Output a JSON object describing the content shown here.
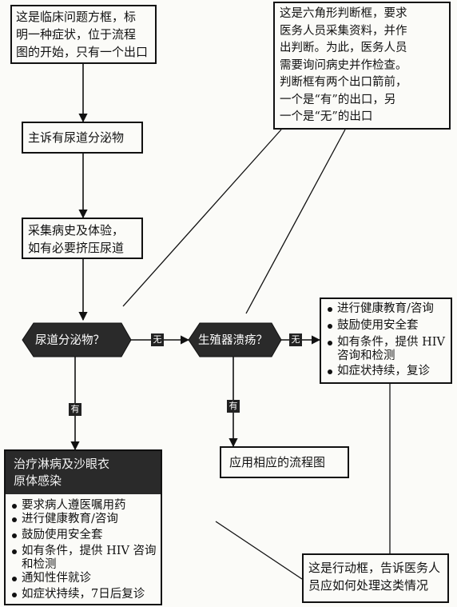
{
  "start_note": {
    "lines": [
      "这是临床问题方框，标",
      "明一种症状，位于流程",
      "图的开始，只有一个出口"
    ]
  },
  "decision_note": {
    "lines": [
      "这是六角形判断框，要求",
      "医务人员采集资料，并作",
      "出判断。为此，医务人员",
      "需要询问病史并作检查。",
      "判断框有两个出口箭前，",
      "一个是“有”的出口，另",
      "一个是“无”的出口"
    ]
  },
  "chief_complaint": {
    "text": "主诉有尿道分泌物"
  },
  "history_exam": {
    "lines": [
      "采集病史及体验，",
      "如有必要挤压尿道"
    ]
  },
  "decision1": {
    "text": "尿道分泌物？"
  },
  "decision2": {
    "text": "生殖器溃疡？"
  },
  "no_label_1": "无",
  "no_label_2": "无",
  "yes_label_1": "有",
  "yes_label_2": "有",
  "education_box": {
    "items": [
      "进行健康教育/咨询",
      "鼓励使用安全套",
      "如有条件，提供 HIV 咨询和检测",
      "如症状持续，复诊"
    ]
  },
  "apply_flowchart": {
    "text": "应用相应的流程图"
  },
  "treatment_box": {
    "header_lines": [
      "治疗淋病及沙眼衣",
      "原体感染"
    ],
    "items": [
      "要求病人遵医嘱用药",
      "进行健康教育/咨询",
      "鼓励使用安全套",
      "如有条件，提供 HIV 咨询和检测",
      "通知性伴就诊",
      "如症状持续，7日后复诊"
    ]
  },
  "action_note": {
    "lines": [
      "这是行动框，告诉医务人",
      "员应如何处理这类情况"
    ]
  },
  "colors": {
    "line": "#111111",
    "dark_fill": "#2a2a2a",
    "background": "#fbfbf8"
  }
}
